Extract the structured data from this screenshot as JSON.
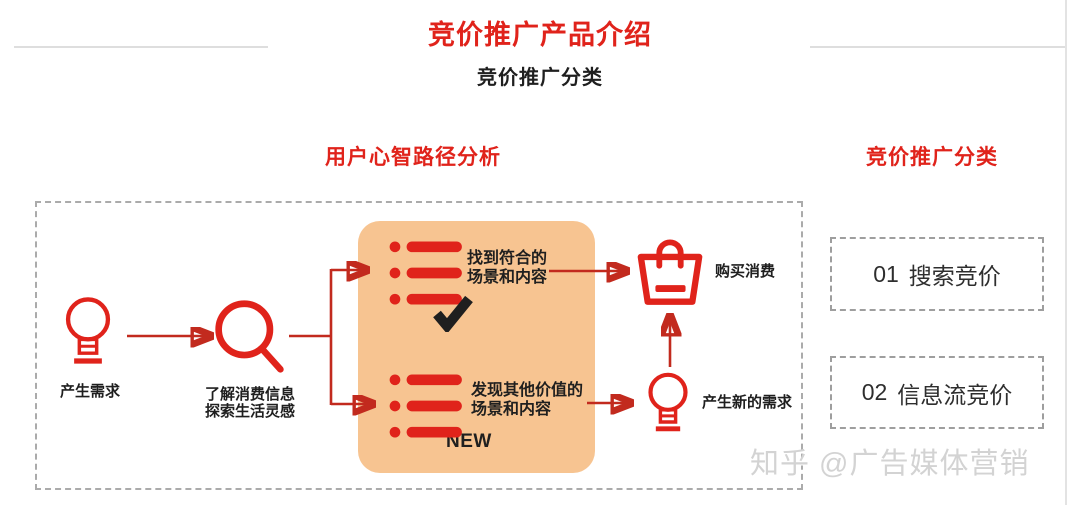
{
  "header": {
    "title": "竞价推广产品介绍",
    "subtitle": "竞价推广分类"
  },
  "section_headers": {
    "left": "用户心智路径分析",
    "right": "竞价推广分类"
  },
  "flow": {
    "demand": {
      "label": "产生需求"
    },
    "explore": {
      "label_line1": "了解消费信息",
      "label_line2": "探索生活灵感"
    },
    "match": {
      "label_line1": "找到符合的",
      "label_line2": "场景和内容"
    },
    "discover": {
      "label_line1": "发现其他价值的",
      "label_line2": "场景和内容",
      "badge": "NEW"
    },
    "purchase": {
      "label": "购买消费"
    },
    "new_demand": {
      "label": "产生新的需求"
    }
  },
  "categories": [
    {
      "number": "01",
      "label": "搜索竞价"
    },
    {
      "number": "02",
      "label": "信息流竞价"
    }
  ],
  "watermark": "知乎 @广告媒体营销",
  "colors": {
    "accent_red": "#E0231B",
    "arrow_red": "#C22A1E",
    "highlight_orange": "#F7C491",
    "check_dark": "#1F1F1F"
  }
}
